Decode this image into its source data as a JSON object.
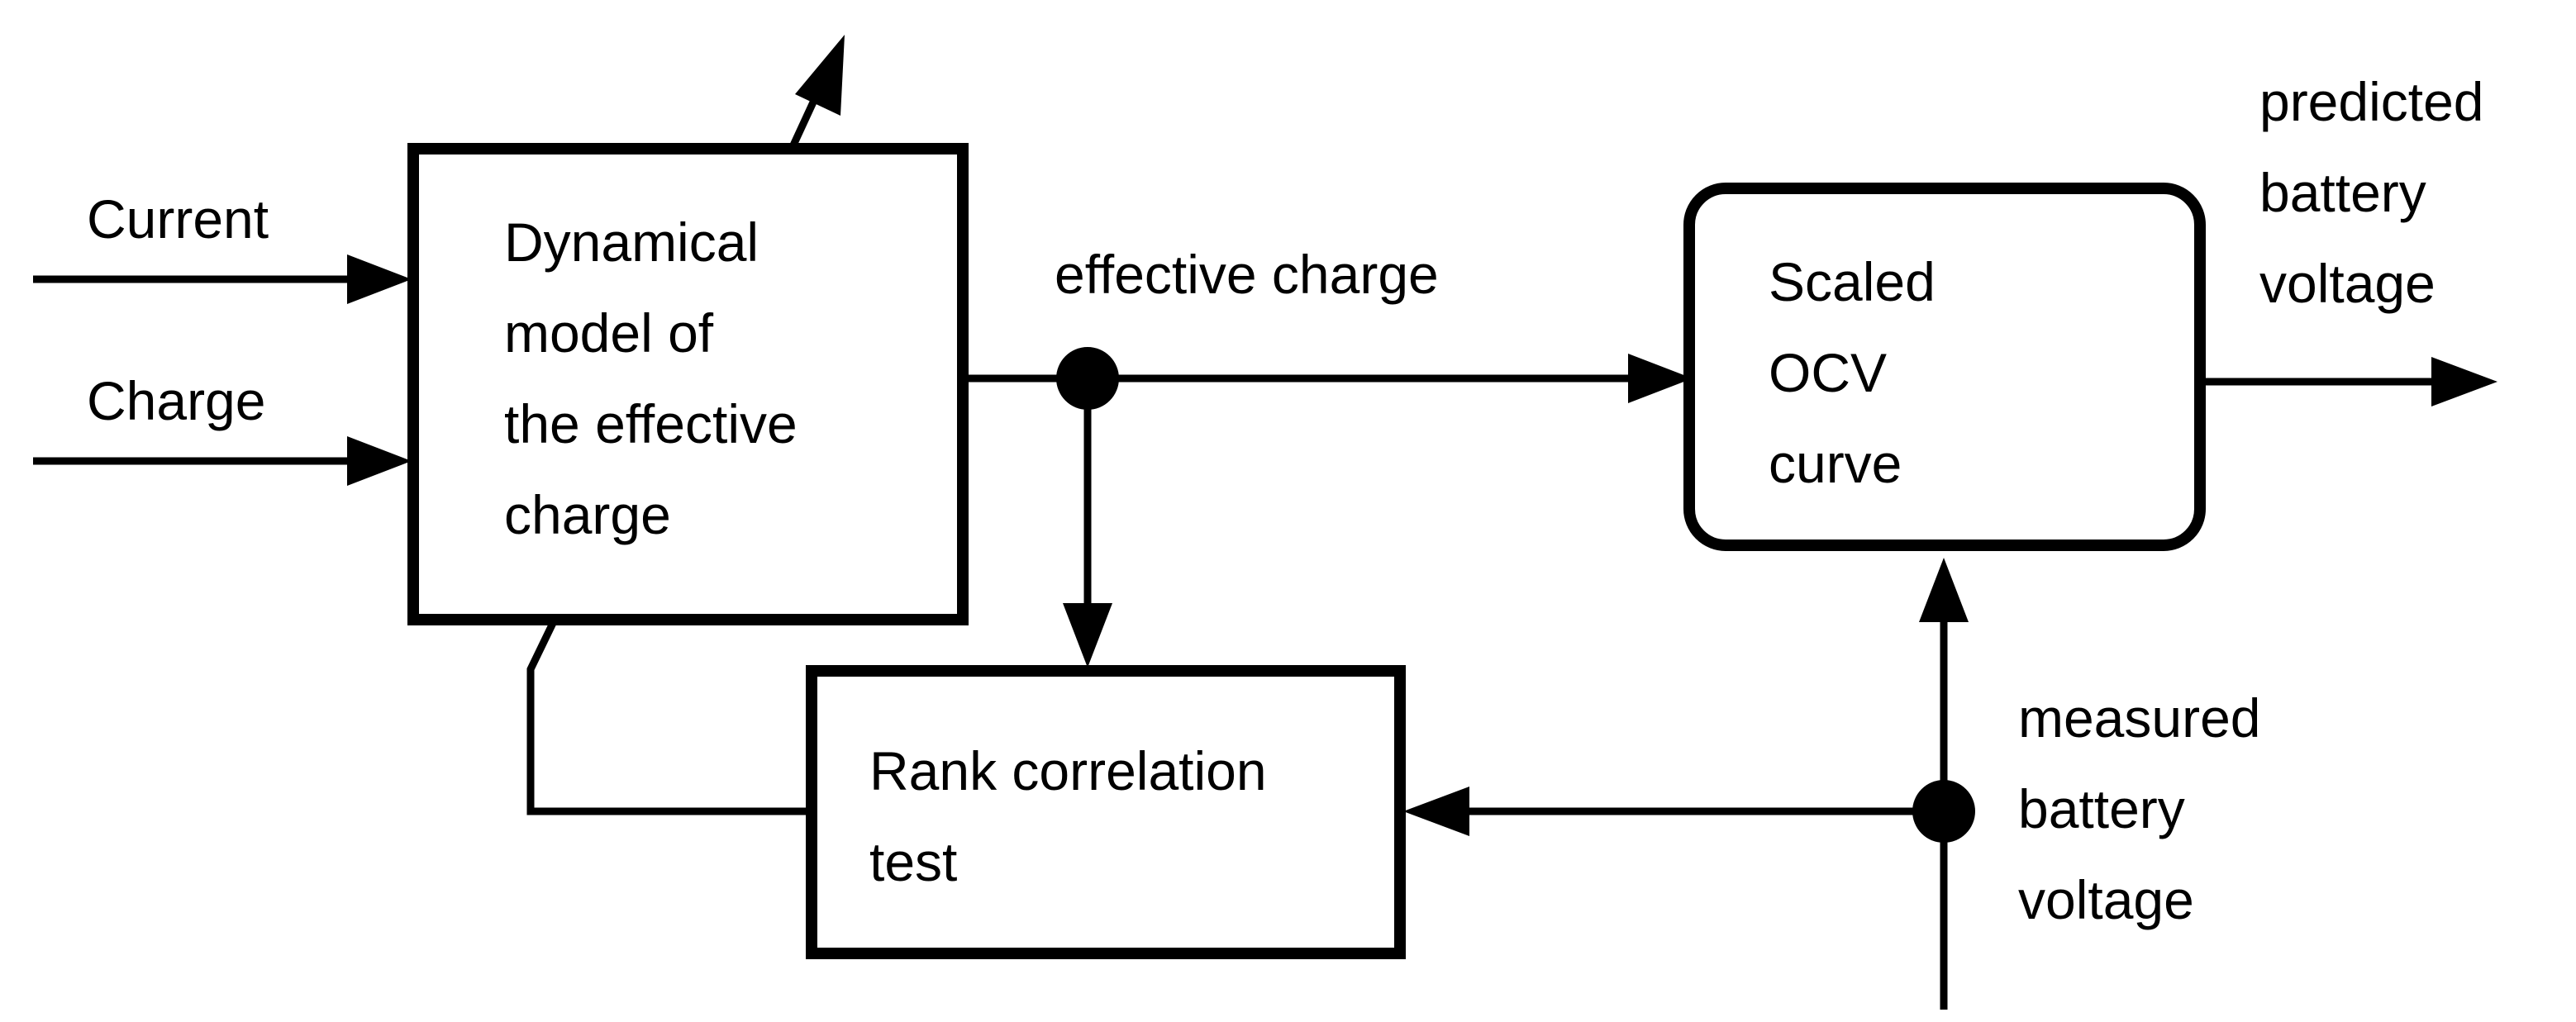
{
  "inputs": {
    "current": "Current",
    "charge": "Charge"
  },
  "dynamical_model": {
    "line1": "Dynamical",
    "line2": "model of",
    "line3": "the effective",
    "line4": "charge"
  },
  "ocv_block": {
    "line1": "Scaled",
    "line2": "OCV",
    "line3": "curve"
  },
  "rank_block": {
    "line1": "Rank correlation",
    "line2": "test"
  },
  "signals": {
    "effective_charge": "effective charge",
    "predicted": {
      "line1": "predicted",
      "line2": "battery",
      "line3": "voltage"
    },
    "measured": {
      "line1": "measured",
      "line2": "battery",
      "line3": "voltage"
    }
  }
}
